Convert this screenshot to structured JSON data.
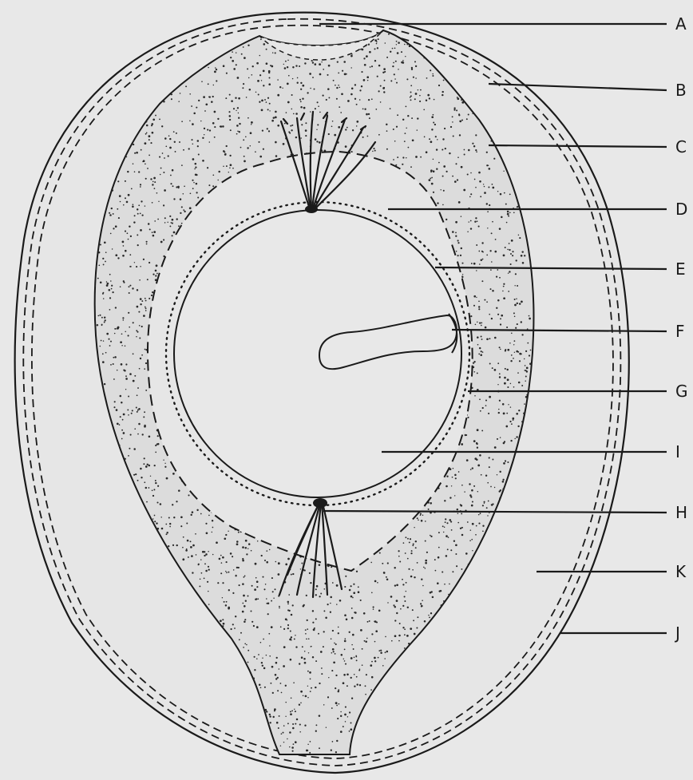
{
  "diagram": {
    "labels": [
      {
        "id": "A",
        "text": "A"
      },
      {
        "id": "B",
        "text": "B"
      },
      {
        "id": "C",
        "text": "C"
      },
      {
        "id": "D",
        "text": "D"
      },
      {
        "id": "E",
        "text": "E"
      },
      {
        "id": "F",
        "text": "F"
      },
      {
        "id": "G",
        "text": "G"
      },
      {
        "id": "I",
        "text": "I"
      },
      {
        "id": "H",
        "text": "H"
      },
      {
        "id": "K",
        "text": "K"
      },
      {
        "id": "J",
        "text": "J"
      }
    ],
    "colors": {
      "background": "#e8e8e8",
      "ink": "#1a1a1a",
      "stipple": "#2a2a2a"
    }
  }
}
